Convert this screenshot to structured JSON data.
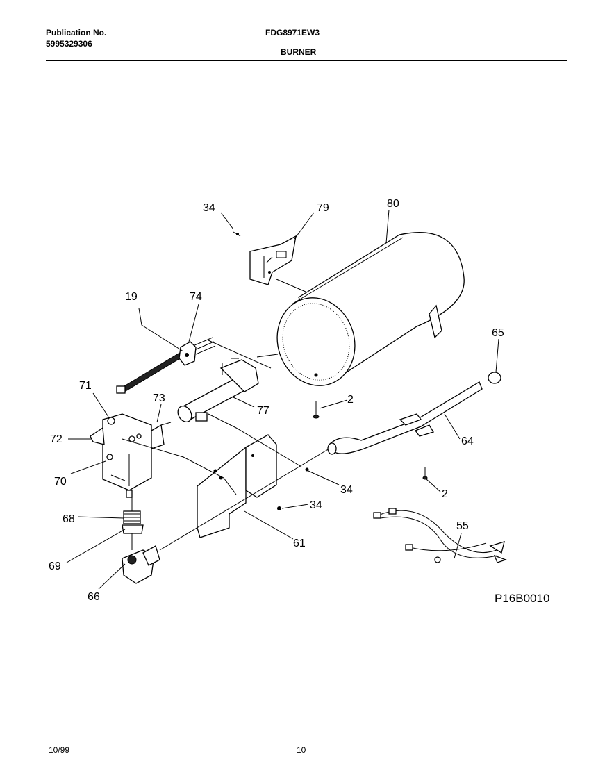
{
  "header": {
    "publication_label": "Publication No.",
    "publication_number": "5995329306",
    "model": "FDG8971EW3",
    "section": "BURNER"
  },
  "diagram": {
    "id": "P16B0010",
    "callouts": {
      "c34_top": "34",
      "c79": "79",
      "c80": "80",
      "c19": "19",
      "c74": "74",
      "c65": "65",
      "c71": "71",
      "c73": "73",
      "c2_mid": "2",
      "c77": "77",
      "c72": "72",
      "c64": "64",
      "c70": "70",
      "c34_mid": "34",
      "c2_low": "2",
      "c34_low": "34",
      "c68": "68",
      "c55": "55",
      "c61": "61",
      "c69": "69",
      "c66": "66"
    }
  },
  "footer": {
    "date": "10/99",
    "page": "10"
  }
}
